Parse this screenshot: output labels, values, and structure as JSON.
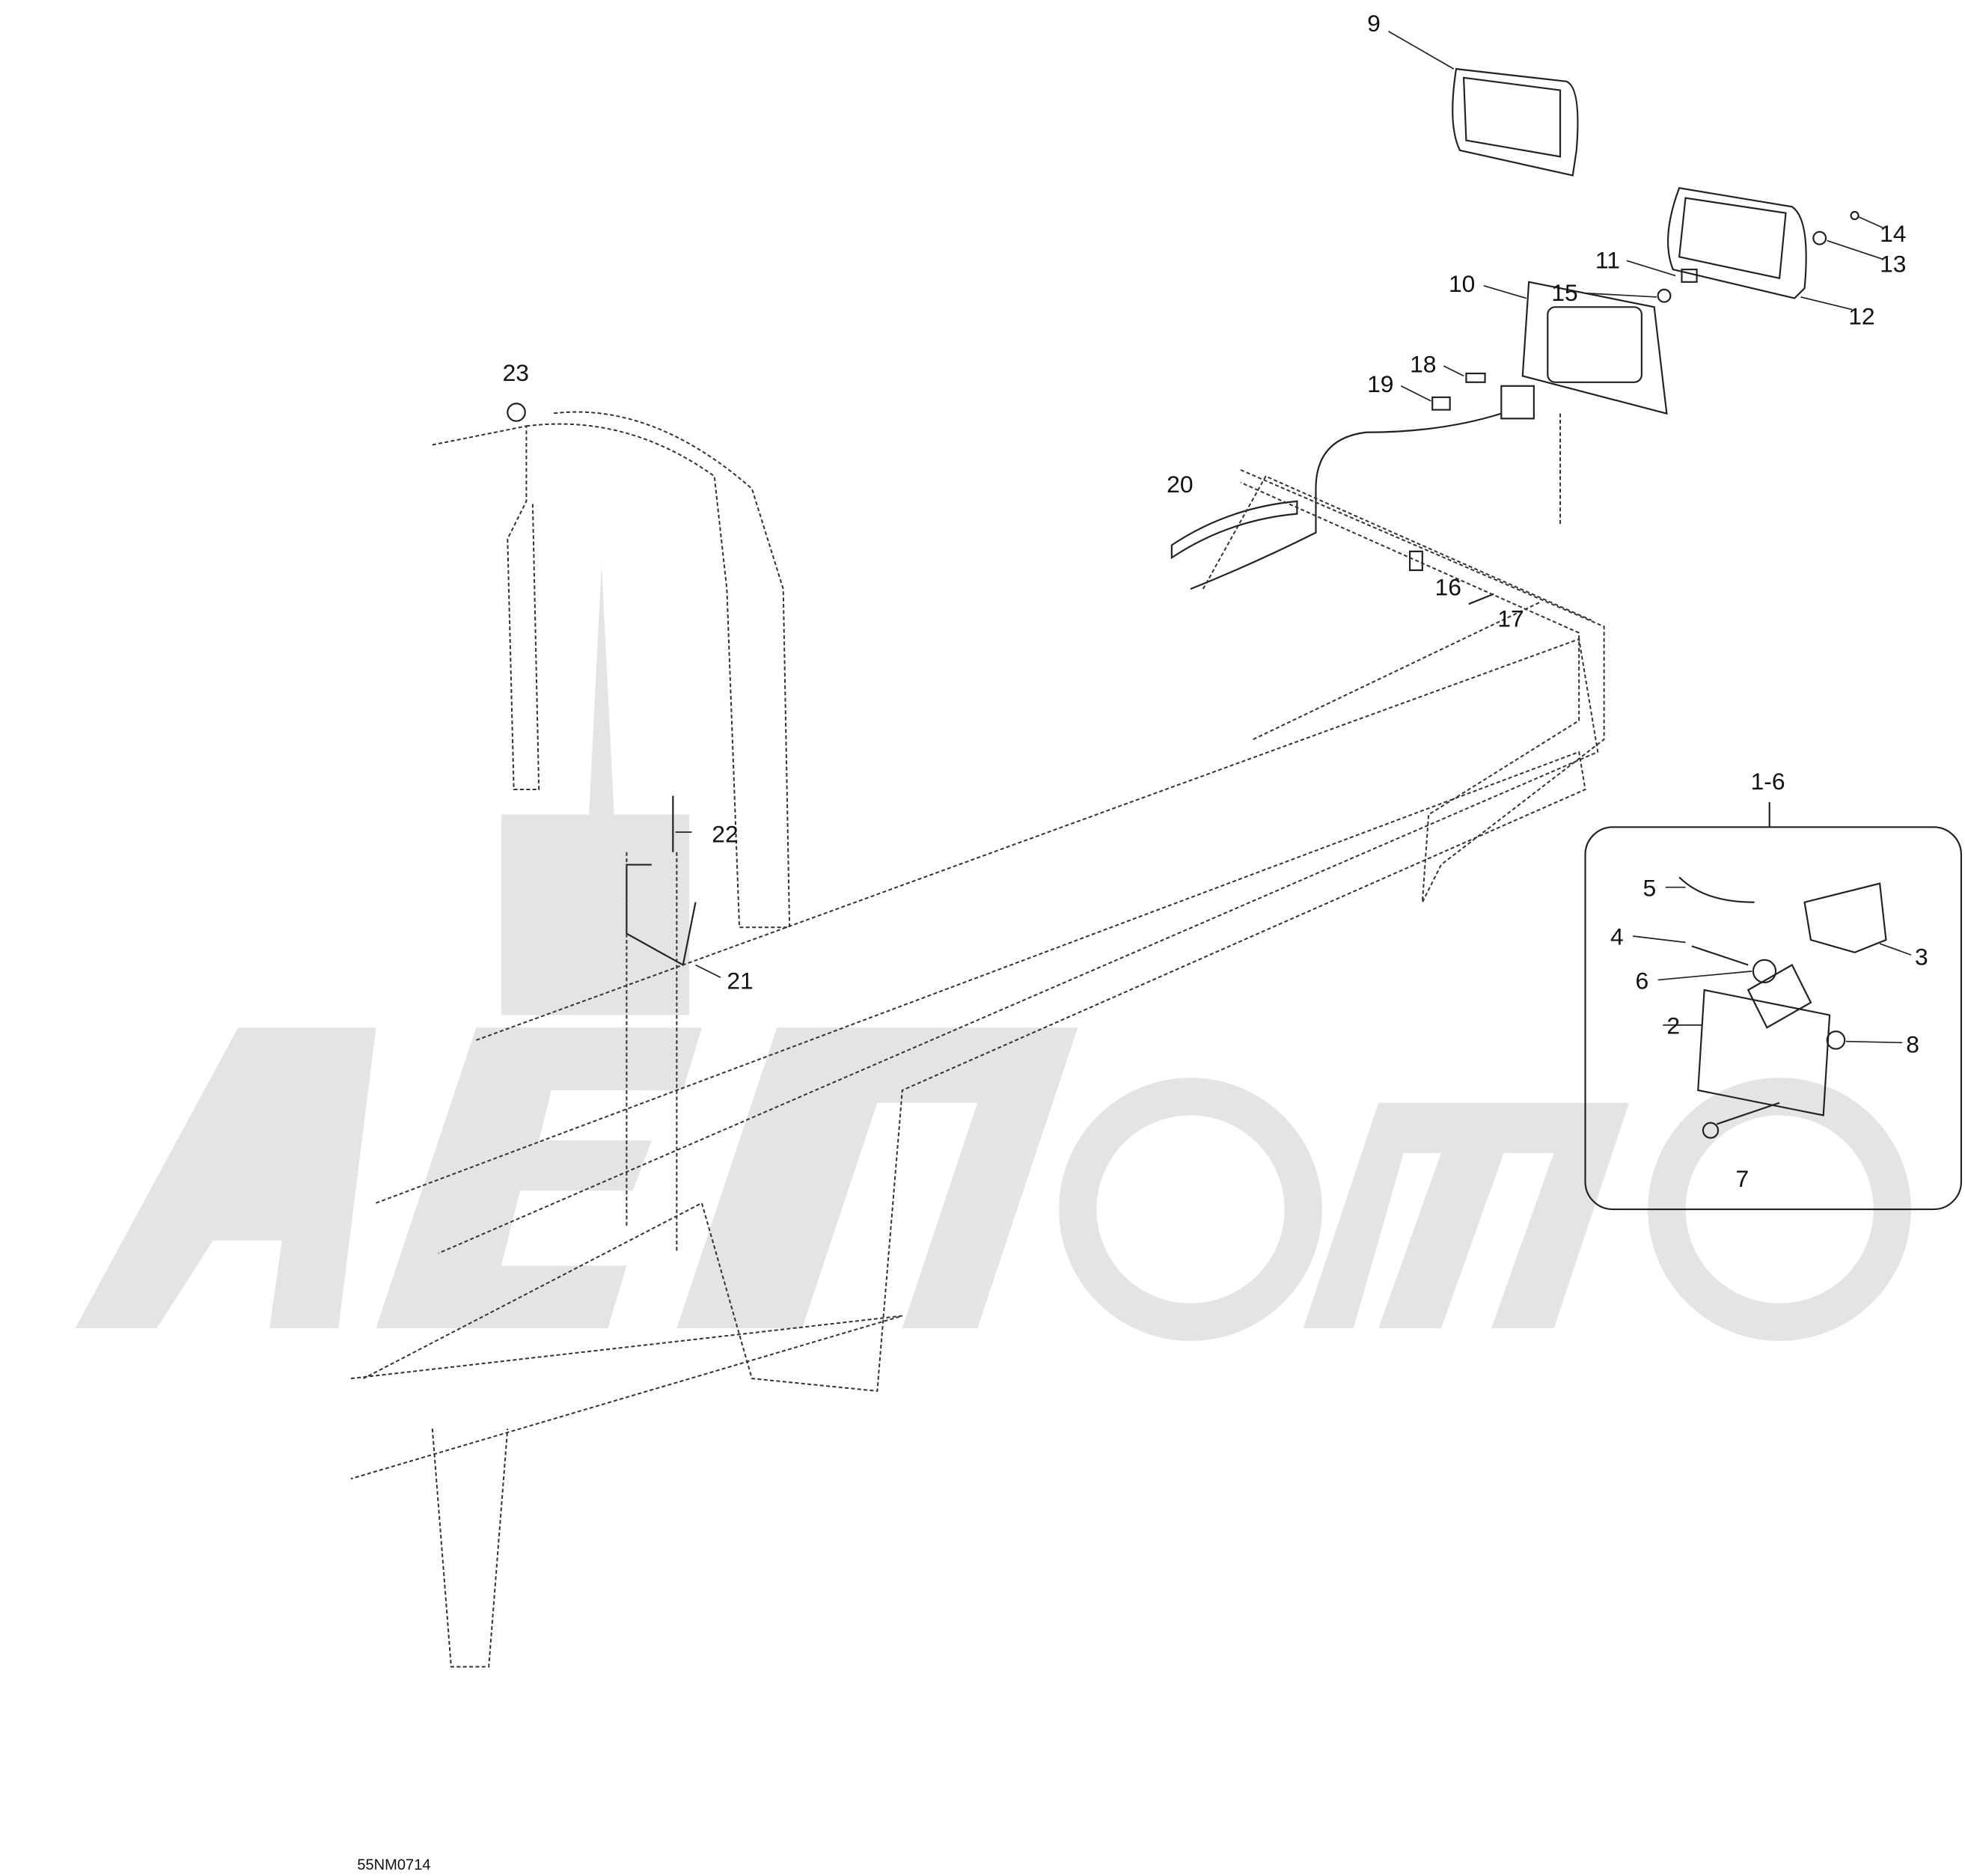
{
  "diagram": {
    "drawing_code": "55NM0714",
    "callouts": [
      "1-6",
      "2",
      "3",
      "4",
      "5",
      "6",
      "7",
      "8",
      "9",
      "10",
      "11",
      "12",
      "13",
      "14",
      "15",
      "16",
      "17",
      "18",
      "19",
      "20",
      "21",
      "22",
      "23"
    ]
  },
  "colors": {
    "line": "#222222",
    "watermark": "#e4e4e4",
    "background": "#ffffff"
  }
}
